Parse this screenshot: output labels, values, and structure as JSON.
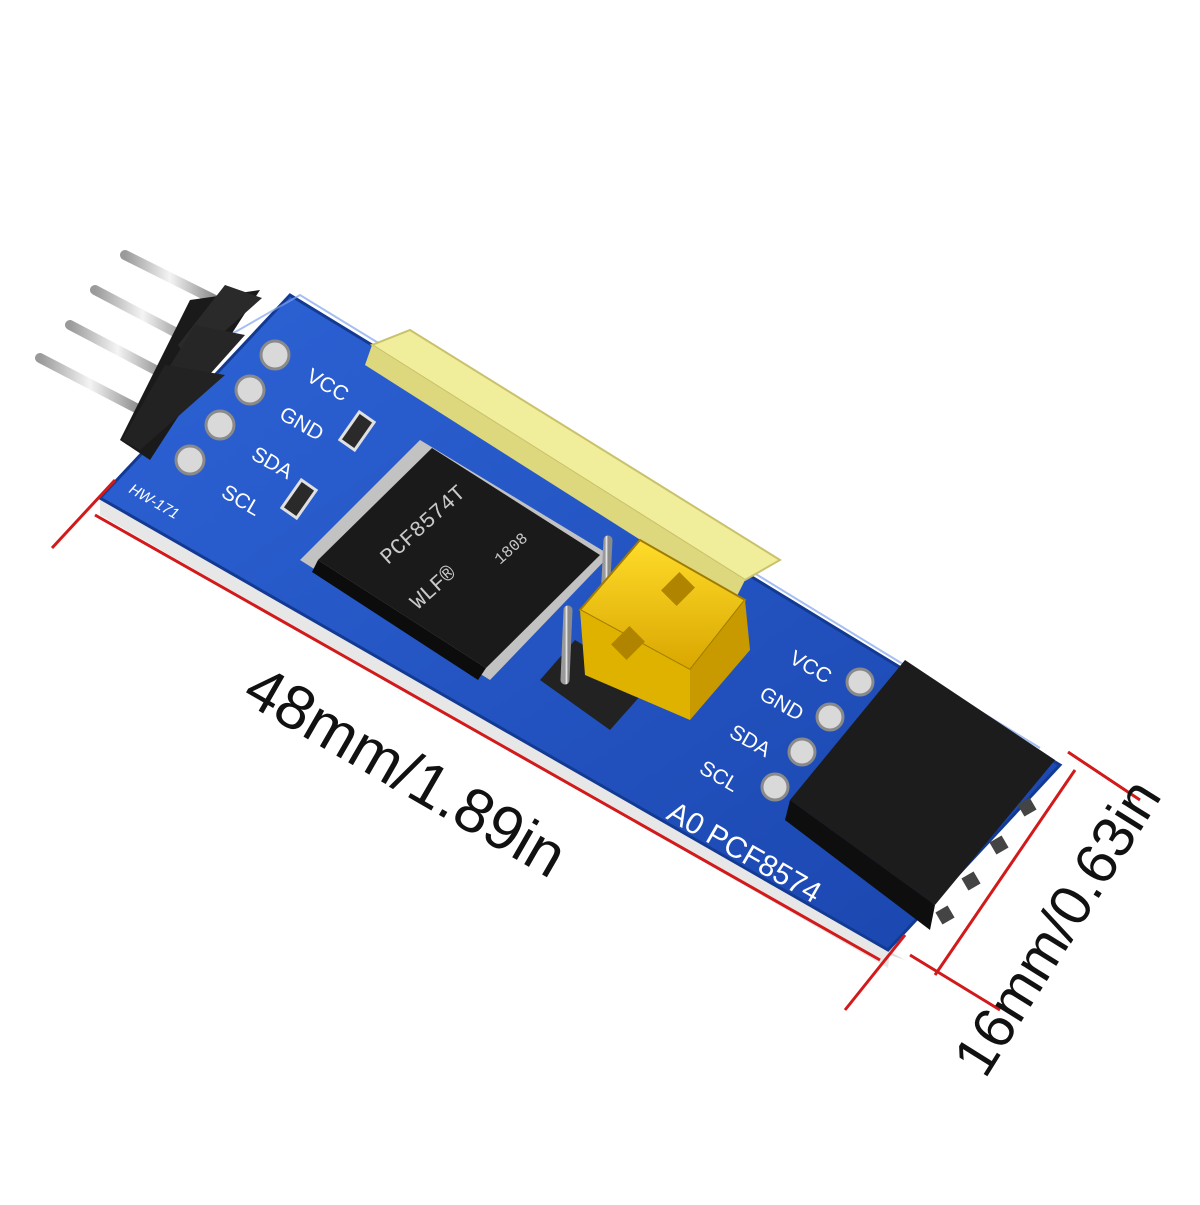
{
  "board": {
    "model_label": "HW-171",
    "chip_marking_1": "PCF8574T",
    "chip_marking_2": "1808",
    "chip_marking_3": "WLF®",
    "board_title": "A0 PCF8574",
    "left_pins": [
      "VCC",
      "GND",
      "SDA",
      "SCL"
    ],
    "right_pins": [
      "VCC",
      "GND",
      "SDA",
      "SCL"
    ]
  },
  "dimensions": {
    "length_label": "48mm/1.89in",
    "width_label": "16mm/0.63in"
  },
  "colors": {
    "pcb": "#1f4fbf",
    "pcb_edge": "#153a93",
    "header_yellow": "#f3f0a0",
    "jumper": "#f2c400",
    "dimension_line": "#d21a1a"
  }
}
